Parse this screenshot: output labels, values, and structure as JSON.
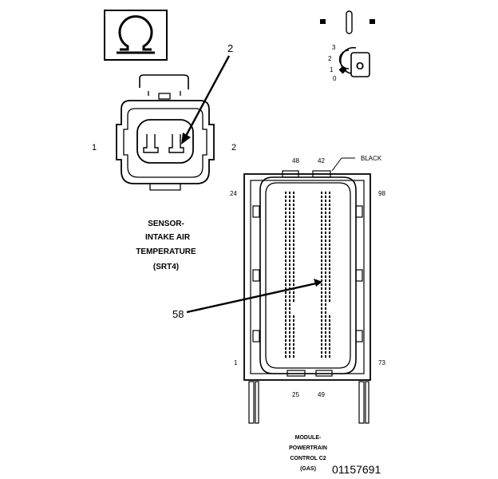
{
  "sensor": {
    "pin_left": "1",
    "pin_right": "2",
    "callout": "2",
    "title_lines": [
      "SENSOR-",
      "INTAKE AIR",
      "TEMPERATURE",
      "(SRT4)"
    ]
  },
  "module": {
    "callout": "58",
    "color_label": "BLACK",
    "pin_labels": {
      "top_left": "48",
      "top_right": "42",
      "left_top": "24",
      "right_top": "98",
      "left_bottom": "1",
      "right_bottom": "73",
      "bottom_left": "25",
      "bottom_right": "49"
    },
    "title_lines": [
      "MODULE-",
      "POWERTRAIN",
      "CONTROL C2",
      "(GAS)"
    ]
  },
  "key_view": {
    "position_labels": [
      "3",
      "2",
      "1",
      "0"
    ],
    "key_letter": "O"
  },
  "figure_id": "01157691"
}
